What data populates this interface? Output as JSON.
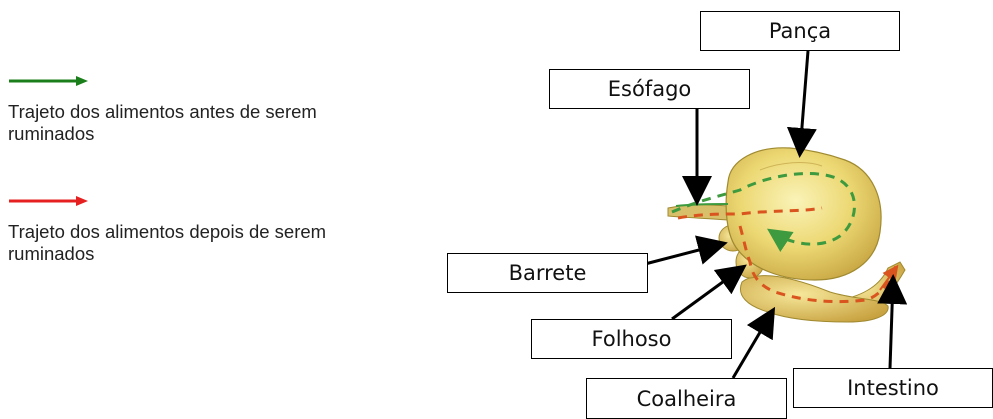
{
  "legend": {
    "colors": {
      "before": "#1a7f1a",
      "after": "#e62020"
    },
    "before_text": "Trajeto dos alimentos antes de serem ruminados",
    "after_text": "Trajeto dos alimentos depois de serem ruminados"
  },
  "labels": {
    "panca": "Pança",
    "esofago": "Esófago",
    "barrete": "Barrete",
    "folhoso": "Folhoso",
    "coalheira": "Coalheira",
    "intestino": "Intestino"
  },
  "colors": {
    "organ_fill": "#e6d270",
    "organ_outline": "#a08a30",
    "path_green": "#3e9a3e",
    "path_red": "#d9541e",
    "arrow": "#000000"
  }
}
